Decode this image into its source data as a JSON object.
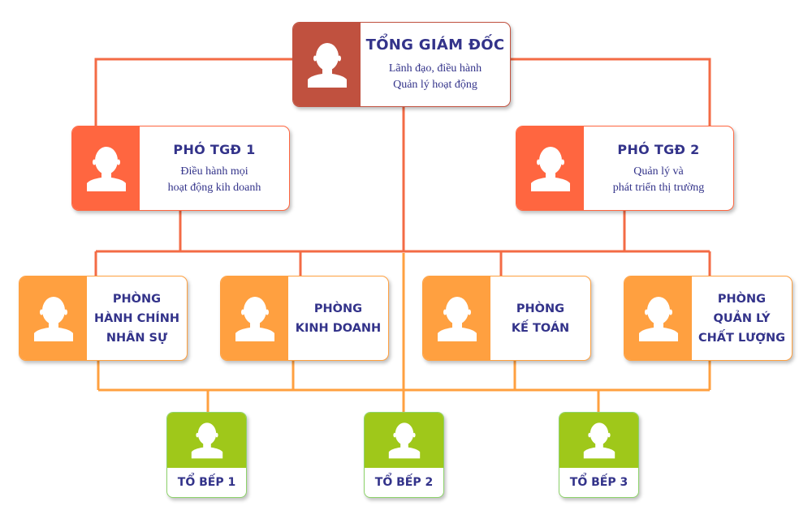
{
  "colors": {
    "ceo": "#c0513f",
    "deputy": "#ff6640",
    "department": "#ffa040",
    "team": "#9fc81a",
    "text": "#33338a",
    "line_red": "#f36b45",
    "line_orange": "#ffa040"
  },
  "ceo": {
    "title": "TỔNG GIÁM ĐỐC",
    "lines": [
      "Lãnh đạo, điều hành",
      "Quản lý hoạt động"
    ],
    "icon": "person-icon"
  },
  "deputies": [
    {
      "title": "PHÓ TGĐ 1",
      "lines": [
        "Điều hành mọi",
        "hoạt động kih doanh"
      ]
    },
    {
      "title": "PHÓ TGĐ 2",
      "lines": [
        "Quản lý và",
        "phát triển thị trường"
      ]
    }
  ],
  "departments": [
    {
      "lines": [
        "PHÒNG",
        "HÀNH CHÍNH",
        "NHÂN SỰ"
      ]
    },
    {
      "lines": [
        "PHÒNG",
        "KINH DOANH"
      ]
    },
    {
      "lines": [
        "PHÒNG",
        "KẾ TOÁN"
      ]
    },
    {
      "lines": [
        "PHÒNG",
        "QUẢN LÝ",
        "CHẤT LƯỢNG"
      ]
    }
  ],
  "teams": [
    {
      "label": "TỔ BẾP 1"
    },
    {
      "label": "TỔ BẾP 2"
    },
    {
      "label": "TỔ BẾP 3"
    }
  ]
}
